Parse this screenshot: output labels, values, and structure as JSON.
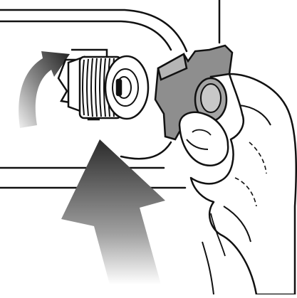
{
  "figure": {
    "type": "instruction-illustration",
    "depicts": [
      "rotate-arrow",
      "lock-cylinder",
      "key-knob",
      "hand",
      "insert-arrow"
    ],
    "colors": {
      "background": "#ffffff",
      "line": "#111111",
      "knob_fill": "#8e8e8e",
      "knob_face": "#b5b5b5",
      "arrow_dark": "#333333",
      "arrow_light": "#f4f4f4"
    }
  }
}
